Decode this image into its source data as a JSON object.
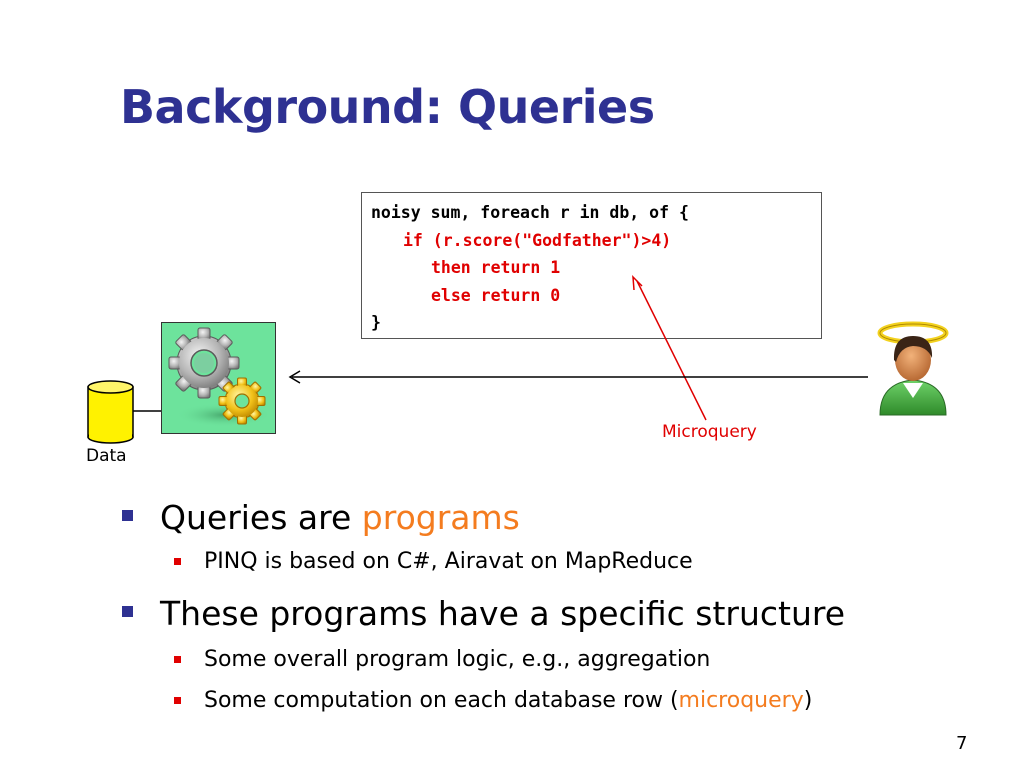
{
  "slide": {
    "title": "Background: Queries",
    "page_number": "7"
  },
  "code": {
    "line1": "noisy sum, foreach r in db, of {",
    "line2": "if (r.score(\"Godfather\")>4)",
    "line3": "then return 1",
    "line4": "else return 0",
    "line5": "}"
  },
  "diagram": {
    "microquery_label": "Microquery",
    "data_label": "Data"
  },
  "bullets": [
    {
      "text_before": "Queries are ",
      "highlight": "programs",
      "sub": [
        {
          "text": "PINQ is based on C#, Airavat on MapReduce"
        }
      ]
    },
    {
      "text_before": "These programs have a specific structure",
      "sub": [
        {
          "text": "Some overall program logic, e.g., aggregation"
        },
        {
          "text_before": "Some computation on each database row (",
          "highlight": "microquery",
          "text_after": ")"
        }
      ]
    }
  ],
  "colors": {
    "title": "#2e3192",
    "code_red": "#e00000",
    "highlight_orange": "#f47c1f",
    "gear_box_green": "#6de39c",
    "database_yellow": "#fff200"
  },
  "icons": [
    "database-icon",
    "gears-icon",
    "angel-user-icon"
  ]
}
